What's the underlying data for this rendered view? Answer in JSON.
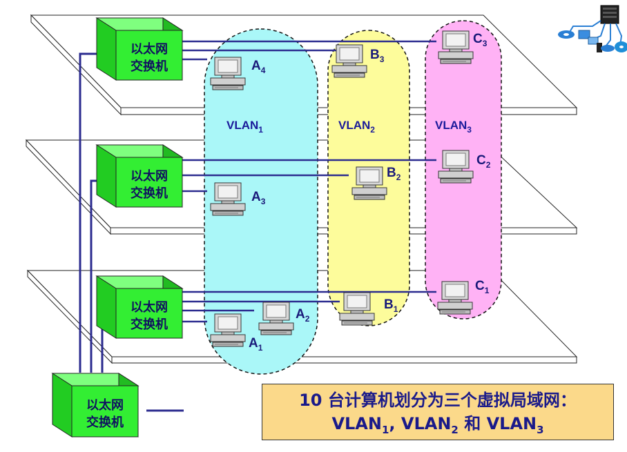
{
  "switch_label": [
    "以太网",
    "交换机"
  ],
  "vlans": [
    {
      "name": "VLAN",
      "sub": "1",
      "color": "#aaf7f8"
    },
    {
      "name": "VLAN",
      "sub": "2",
      "color": "#fdfc9b"
    },
    {
      "name": "VLAN",
      "sub": "3",
      "color": "#ffb2f5"
    }
  ],
  "hosts": [
    {
      "letter": "A",
      "sub": "4"
    },
    {
      "letter": "B",
      "sub": "3"
    },
    {
      "letter": "C",
      "sub": "3"
    },
    {
      "letter": "A",
      "sub": "3"
    },
    {
      "letter": "B",
      "sub": "2"
    },
    {
      "letter": "C",
      "sub": "2"
    },
    {
      "letter": "A",
      "sub": "2"
    },
    {
      "letter": "A",
      "sub": "1"
    },
    {
      "letter": "B",
      "sub": "1"
    },
    {
      "letter": "C",
      "sub": "1"
    }
  ],
  "caption": {
    "line1": "10 台计算机划分为三个虚拟局域网：",
    "v1": "VLAN",
    "s1": "1",
    "sep1": ", ",
    "v2": "VLAN",
    "s2": "2",
    "and": " 和 ",
    "v3": "VLAN",
    "s3": "3"
  },
  "colors": {
    "cable": "#2b2b8f",
    "switch_front": "#33ee33",
    "switch_top": "#7fff7f",
    "switch_side": "#22bb22"
  }
}
